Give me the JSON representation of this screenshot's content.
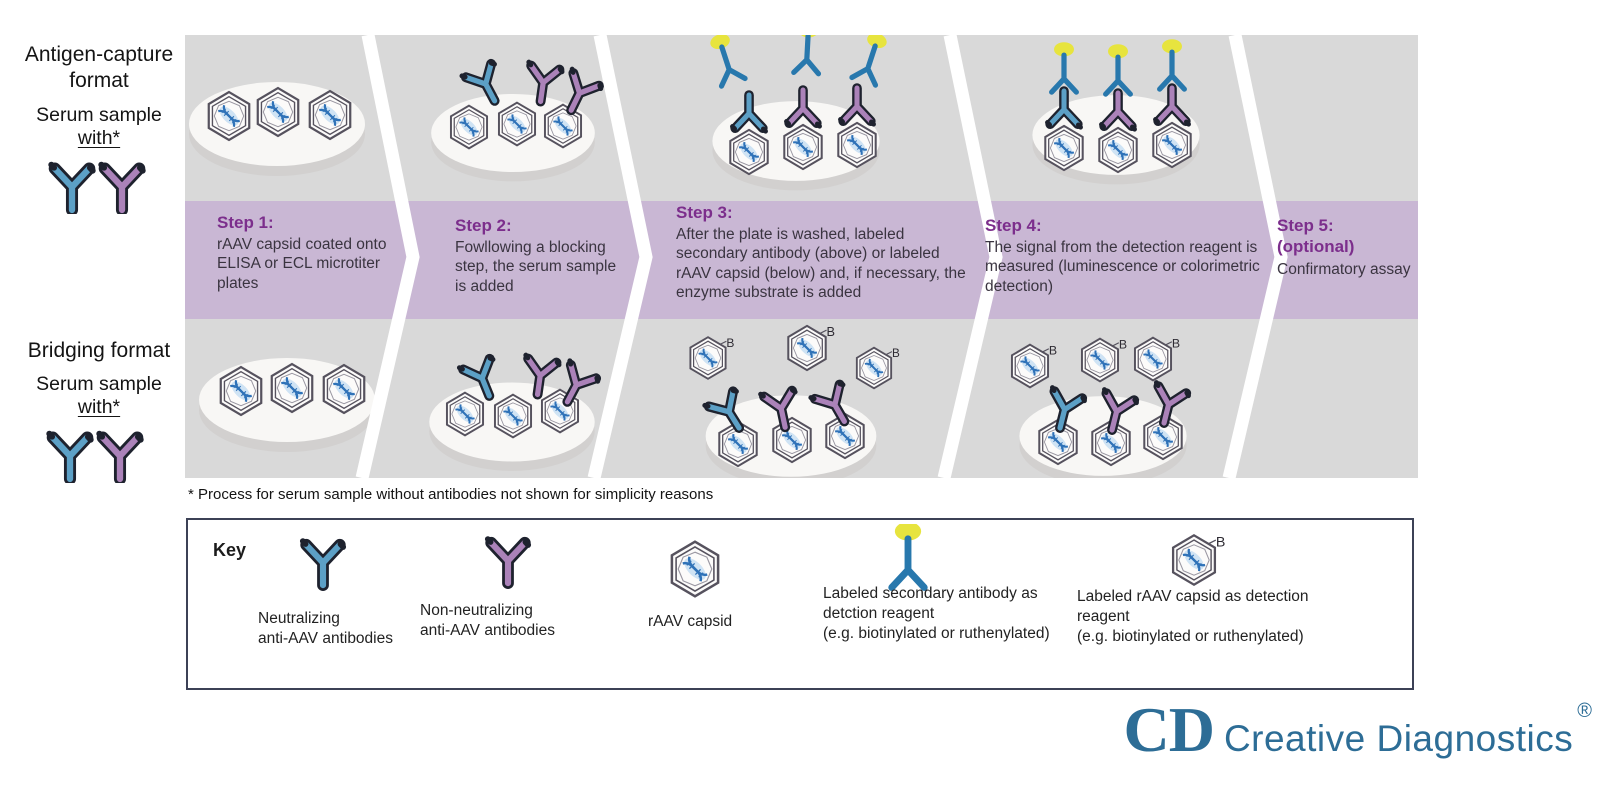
{
  "formats": {
    "antigen": {
      "title": "Antigen-capture\nformat",
      "sample": "Serum sample",
      "with_note": "with*"
    },
    "bridging": {
      "title": "Bridging format",
      "sample": "Serum sample",
      "with_note": "with*"
    }
  },
  "steps": [
    {
      "heading": "Step 1:",
      "body": "rAAV capsid coated onto ELISA or ECL microtiter plates"
    },
    {
      "heading": "Step 2:",
      "body": "Fowllowing a blocking step, the serum sample is added"
    },
    {
      "heading": "Step 3:",
      "body": "After the plate is washed, labeled secondary antibody (above) or labeled rAAV capsid (below) and, if necessary, the enzyme substrate is added"
    },
    {
      "heading": "Step 4:",
      "body": "The signal from the detection reagent is measured (luminescence or colorimetric detection)"
    },
    {
      "heading": "Step 5:",
      "subheading": "(optional)",
      "body": "Confirmatory assay"
    }
  ],
  "footnote": "* Process for serum sample without antibodies not shown for simplicity reasons",
  "key": {
    "title": "Key",
    "capsid_badge": "B",
    "items": [
      {
        "icon": "neutralizing-antibody-icon",
        "label": "Neutralizing\nanti-AAV antibodies"
      },
      {
        "icon": "non-neutralizing-antibody-icon",
        "label": "Non-neutralizing\nanti-AAV antibodies"
      },
      {
        "icon": "raav-capsid-icon",
        "label": "rAAV capsid"
      },
      {
        "icon": "detection-antibody-icon",
        "label": "Labeled secondary antibody as\ndetction reagent\n(e.g. biotinylated or ruthenylated)"
      },
      {
        "icon": "labeled-capsid-icon",
        "label": "Labeled rAAV capsid as detection\nreagent\n(e.g. biotinylated or ruthenylated)"
      }
    ]
  },
  "logo": {
    "monogram": "CD",
    "name": "Creative Diagnostics",
    "registered": "®"
  },
  "colors": {
    "panel_gray": "#d9d9d9",
    "band_purple": "#c9b7d4",
    "step_heading_purple": "#7c2e8c",
    "step_body_text": "#3a3440",
    "logo_teal": "#2d6d96",
    "antibody_blue": "#5ca0c6",
    "antibody_purple": "#ab82b9",
    "detection_blue": "#2878ad",
    "label_yellow": "#e7e43e",
    "key_border": "#3c4156"
  }
}
